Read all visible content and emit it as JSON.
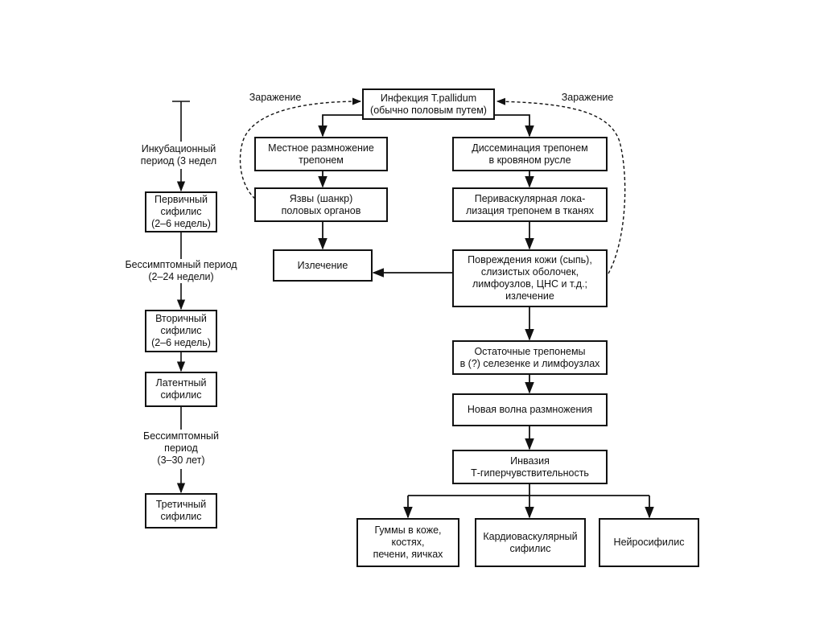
{
  "timeline": {
    "incubation": [
      "Инкубационный",
      "период (3 недел"
    ],
    "primary": [
      "Первичный",
      "сифилис",
      "(2–6 недель)"
    ],
    "asymptomatic1": [
      "Бессимптомный период",
      "(2–24 недели)"
    ],
    "secondary": [
      "Вторичный",
      "сифилис",
      "(2–6 недель)"
    ],
    "latent": [
      "Латентный",
      "сифилис"
    ],
    "asymptomatic2": [
      "Бессимптомный",
      "период",
      "(3–30 лет)"
    ],
    "tertiary": [
      "Третичный",
      "сифилис"
    ]
  },
  "flow": {
    "infection_label_left": "Заражение",
    "infection_label_right": "Заражение",
    "infection": [
      "Инфекция T.pallidum",
      "(обычно половым путем)"
    ],
    "local": [
      "Местное размножение",
      "трепонем"
    ],
    "ulcers": [
      "Язвы (шанкр)",
      "половых органов"
    ],
    "healing": [
      "Излечение"
    ],
    "dissemination": [
      "Диссеминация трепонем",
      "в кровяном русле"
    ],
    "perivascular": [
      "Периваскулярная лока-",
      "лизация трепонем в тканях"
    ],
    "lesions": [
      "Повреждения кожи (сыпь),",
      "слизистых оболочек,",
      "лимфоузлов, ЦНС и т.д.;",
      "излечение"
    ],
    "residual": [
      "Остаточные трепонемы",
      "в (?) селезенке и лимфоузлах"
    ],
    "new_wave": [
      "Новая волна размножения"
    ],
    "invasion": [
      "Инвазия",
      "Т-гиперчувствительность"
    ],
    "gummas": [
      "Гуммы в коже,",
      "костях,",
      "печени, яичках"
    ],
    "cardio": [
      "Кардиоваскулярный",
      "сифилис"
    ],
    "neuro": [
      "Нейросифилис"
    ]
  }
}
